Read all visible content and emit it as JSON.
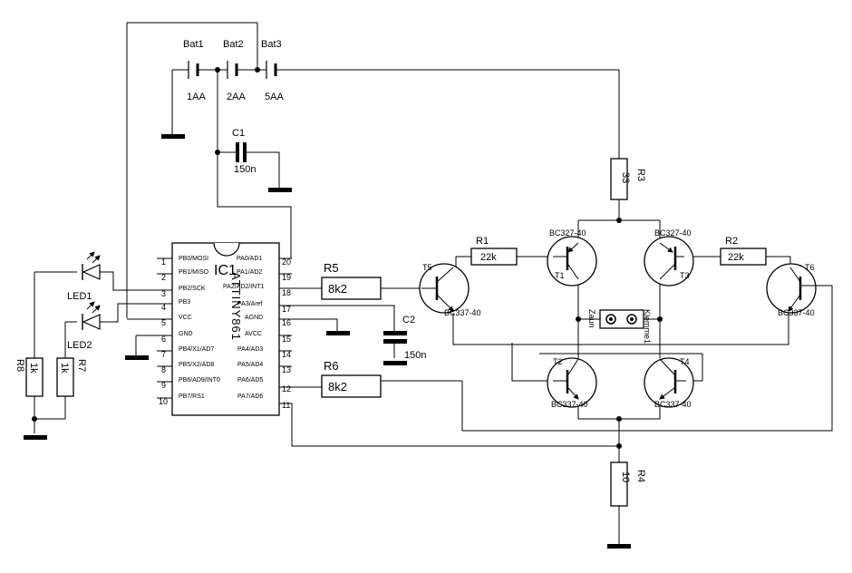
{
  "batteries": [
    {
      "ref": "Bat1",
      "value": "1AA"
    },
    {
      "ref": "Bat2",
      "value": "2AA"
    },
    {
      "ref": "Bat3",
      "value": "5AA"
    }
  ],
  "capacitors": [
    {
      "ref": "C1",
      "value": "150n"
    },
    {
      "ref": "C2",
      "value": "150n"
    }
  ],
  "resistors": {
    "r1": {
      "ref": "R1",
      "value": "22k"
    },
    "r2": {
      "ref": "R2",
      "value": "22k"
    },
    "r3": {
      "ref": "R3",
      "value": "33"
    },
    "r4": {
      "ref": "R4",
      "value": "10"
    },
    "r5": {
      "ref": "R5",
      "value": "8k2"
    },
    "r6": {
      "ref": "R6",
      "value": "8k2"
    },
    "r7": {
      "ref": "R7",
      "value": "1k"
    },
    "r8": {
      "ref": "R8",
      "value": "1k"
    }
  },
  "leds": [
    "LED1",
    "LED2"
  ],
  "ic": {
    "ref": "IC1",
    "part": "ATTINY861",
    "left_pins": [
      {
        "num": "1",
        "name": "PB0/MOSI"
      },
      {
        "num": "2",
        "name": "PB1/MISO"
      },
      {
        "num": "3",
        "name": "PB2/SCK"
      },
      {
        "num": "4",
        "name": "PB3"
      },
      {
        "num": "5",
        "name": "VCC"
      },
      {
        "num": "6",
        "name": "GND"
      },
      {
        "num": "7",
        "name": "PB4/X1/AD7"
      },
      {
        "num": "8",
        "name": "PB5/X2/AD8"
      },
      {
        "num": "9",
        "name": "PB6/AD9/INT0"
      },
      {
        "num": "10",
        "name": "PB7/RS1"
      }
    ],
    "right_pins": [
      {
        "num": "20",
        "name": "PA0/AD1"
      },
      {
        "num": "19",
        "name": "PA1/AD2"
      },
      {
        "num": "18",
        "name": "PA2/AD2/INT1"
      },
      {
        "num": "17",
        "name": "PA3/Aref"
      },
      {
        "num": "16",
        "name": "AGND"
      },
      {
        "num": "15",
        "name": "AVCC"
      },
      {
        "num": "14",
        "name": "PA4/AD3"
      },
      {
        "num": "13",
        "name": "PA5/AD4"
      },
      {
        "num": "12",
        "name": "PA6/AD5"
      },
      {
        "num": "11",
        "name": "PA7/AD6"
      }
    ]
  },
  "transistors": {
    "t1": {
      "ref": "T1",
      "type": "BC327-40"
    },
    "t2": {
      "ref": "T2",
      "type": "BC337-40"
    },
    "t3": {
      "ref": "T3",
      "type": "BC327-40"
    },
    "t4": {
      "ref": "T4",
      "type": "BC337-40"
    },
    "t5": {
      "ref": "T5",
      "type": "BC337-40"
    },
    "t6": {
      "ref": "T6",
      "type": "BC337-40"
    }
  },
  "terminal": {
    "left": "Zaun",
    "right": "Klemme1"
  }
}
